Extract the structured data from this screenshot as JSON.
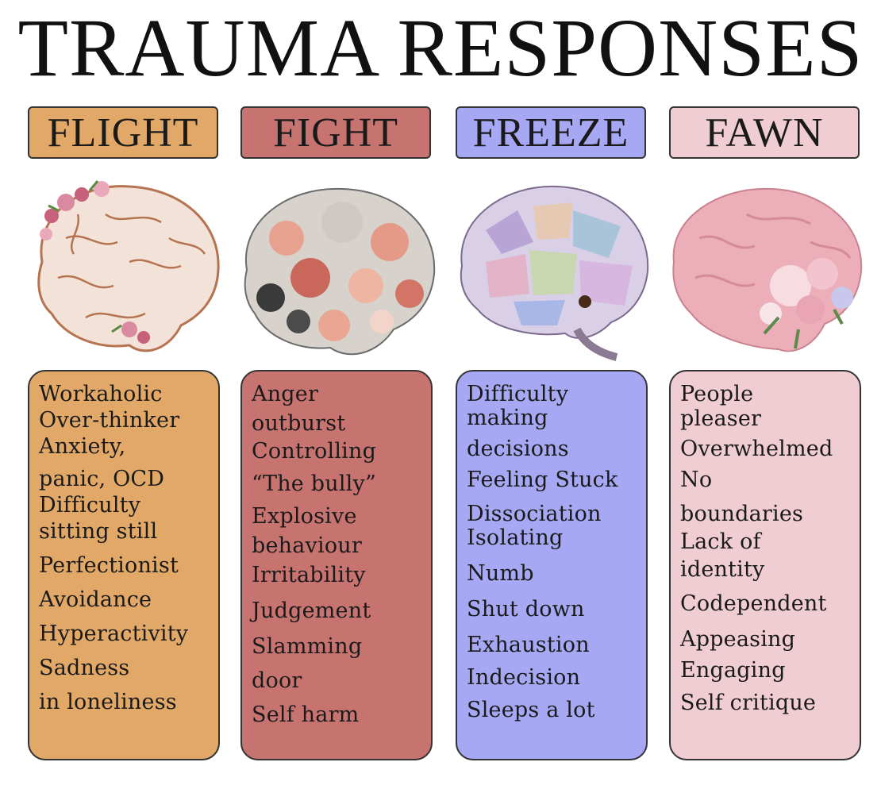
{
  "title": "TRAUMA RESPONSES",
  "colors": {
    "flight": "#e2a868",
    "fight": "#c77470",
    "freeze": "#a7a8f4",
    "fawn": "#f0cdd2"
  },
  "columns": [
    {
      "header": "FLIGHT",
      "brain_icon": "floral-brain-outline-icon",
      "items": [
        "Workaholic",
        "Over-thinker",
        "Anxiety,",
        "panic, OCD",
        "Difficulty",
        "sitting still",
        "Perfectionist",
        "Avoidance",
        "Hyperactivity",
        "Sadness",
        "in loneliness"
      ]
    },
    {
      "header": "FIGHT",
      "brain_icon": "collage-brain-icon",
      "items": [
        "Anger",
        "outburst",
        "Controlling",
        "“The bully”",
        "Explosive",
        "behaviour",
        "Irritability",
        "Judgement",
        "Slamming",
        "door",
        "Self harm"
      ]
    },
    {
      "header": "FREEZE",
      "brain_icon": "mosaic-brain-icon",
      "items": [
        "Difficulty",
        "making",
        "decisions",
        "Feeling Stuck",
        "Dissociation",
        "Isolating",
        "Numb",
        "Shut down",
        "Exhaustion",
        "Indecision",
        "Sleeps a lot"
      ]
    },
    {
      "header": "FAWN",
      "brain_icon": "pink-floral-brain-icon",
      "items": [
        "People",
        "pleaser",
        "Overwhelmed",
        "No",
        "boundaries",
        "Lack of",
        "identity",
        "Codependent",
        "Appeasing",
        "Engaging",
        "Self critique"
      ]
    }
  ]
}
